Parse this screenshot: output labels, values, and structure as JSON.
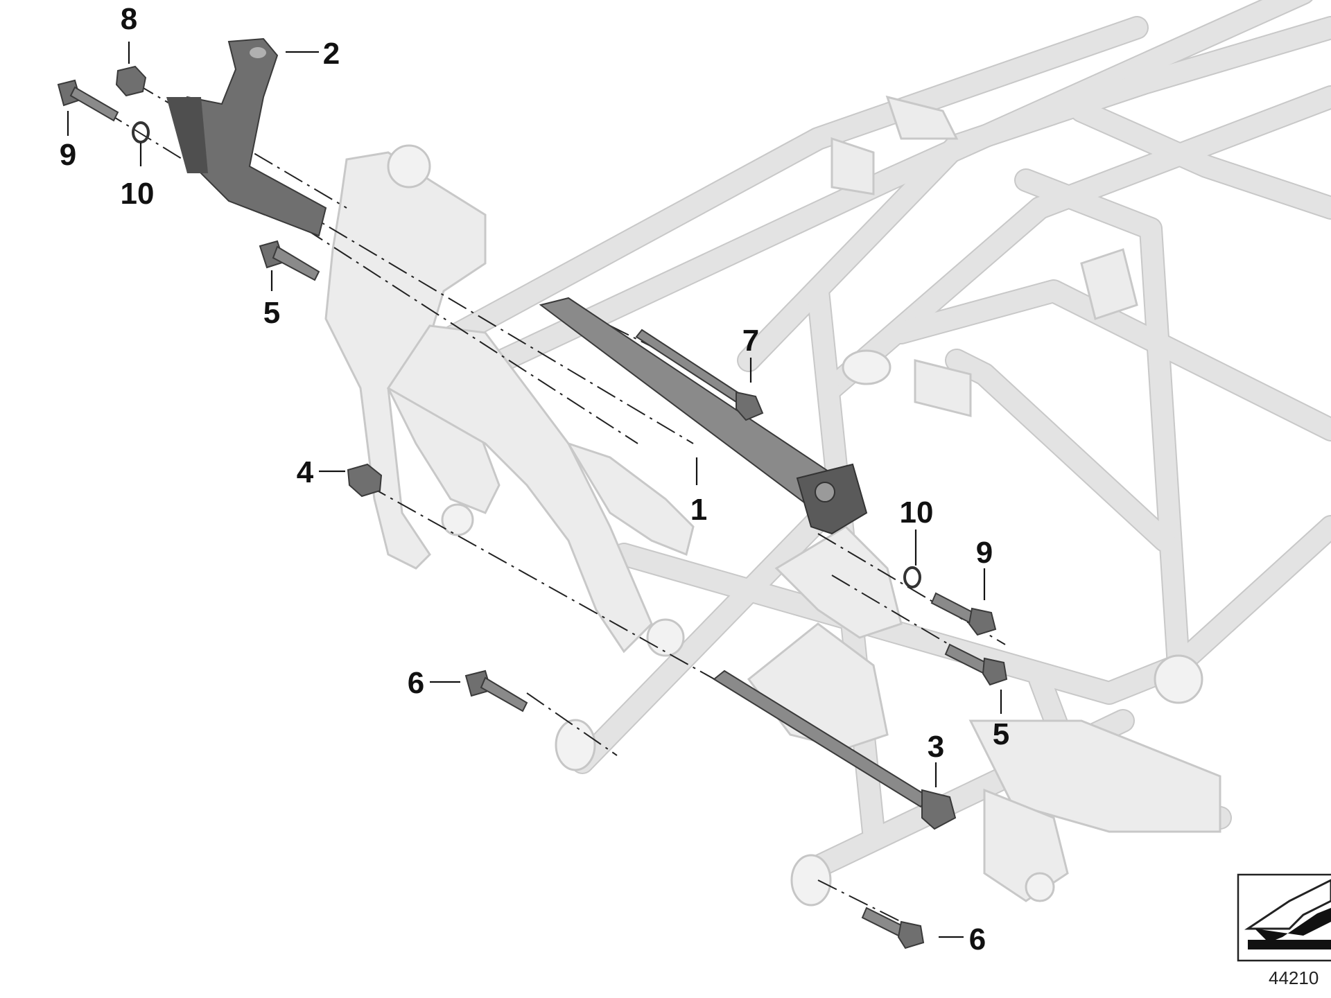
{
  "diagram": {
    "callouts": [
      {
        "label": "1"
      },
      {
        "label": "2"
      },
      {
        "label": "3"
      },
      {
        "label": "4"
      },
      {
        "label": "5"
      },
      {
        "label": "5"
      },
      {
        "label": "6"
      },
      {
        "label": "6"
      },
      {
        "label": "7"
      },
      {
        "label": "8"
      },
      {
        "label": "9"
      },
      {
        "label": "9"
      },
      {
        "label": "10"
      },
      {
        "label": "10"
      }
    ],
    "reference_number": "44210",
    "colors": {
      "frame": "#e3e3e3",
      "frame_edge": "#c8c8c8",
      "parts": "#6f6f6f",
      "lines": "#111111"
    }
  }
}
